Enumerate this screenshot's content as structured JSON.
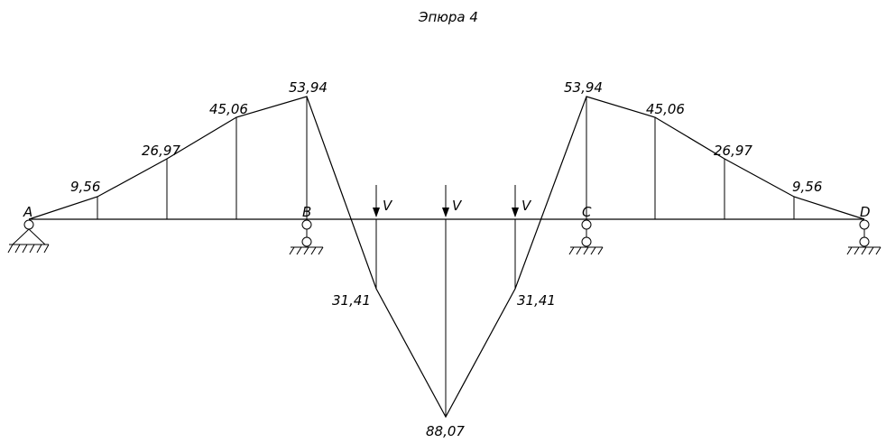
{
  "title": "Эпюра 4",
  "supports": [
    "A",
    "B",
    "C",
    "D"
  ],
  "load_label": "V",
  "ordinates": {
    "span_left": [
      "9,56",
      "26,97",
      "45,06",
      "53,94"
    ],
    "span_middle": [
      "31,41",
      "88,07",
      "31,41"
    ],
    "span_right": [
      "53,94",
      "45,06",
      "26,97",
      "9,56"
    ]
  },
  "chart_data": {
    "type": "diagram",
    "title": "Эпюра 4",
    "supports": [
      "A",
      "B",
      "C",
      "D"
    ],
    "ordinates": [
      {
        "label": "9,56",
        "value": 9.56
      },
      {
        "label": "26,97",
        "value": 26.97
      },
      {
        "label": "45,06",
        "value": 45.06
      },
      {
        "label": "53,94",
        "value": 53.94
      },
      {
        "label": "31,41",
        "value": -31.41
      },
      {
        "label": "88,07",
        "value": -88.07
      },
      {
        "label": "31,41",
        "value": -31.41
      },
      {
        "label": "53,94",
        "value": 53.94
      },
      {
        "label": "45,06",
        "value": 45.06
      },
      {
        "label": "26,97",
        "value": 26.97
      },
      {
        "label": "9,56",
        "value": 9.56
      }
    ],
    "loads": [
      "V",
      "V",
      "V"
    ]
  }
}
